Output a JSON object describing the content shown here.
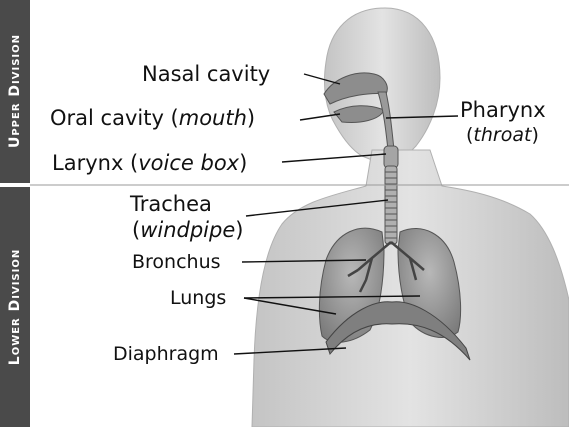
{
  "divisions": {
    "upper": "Upper Division",
    "lower": "Lower Division"
  },
  "labels": {
    "nasal_cavity": "Nasal cavity",
    "oral_cavity": "Oral cavity (",
    "oral_cavity_paren": "mouth",
    "oral_cavity_close": ")",
    "pharynx": "Pharynx",
    "pharynx_paren_open": "(",
    "pharynx_paren": "throat",
    "pharynx_paren_close": ")",
    "larynx": "Larynx (",
    "larynx_paren": "voice box",
    "larynx_close": ")",
    "trachea": "Trachea",
    "trachea_paren_open": "(",
    "trachea_paren": "windpipe",
    "trachea_paren_close": ")",
    "bronchus": "Bronchus",
    "lungs": "Lungs",
    "diaphragm": "Diaphragm"
  },
  "colors": {
    "band": "#4a4a4a",
    "body": "#d9d9d9",
    "lung": "#9a9a9a",
    "leader": "#111111"
  }
}
